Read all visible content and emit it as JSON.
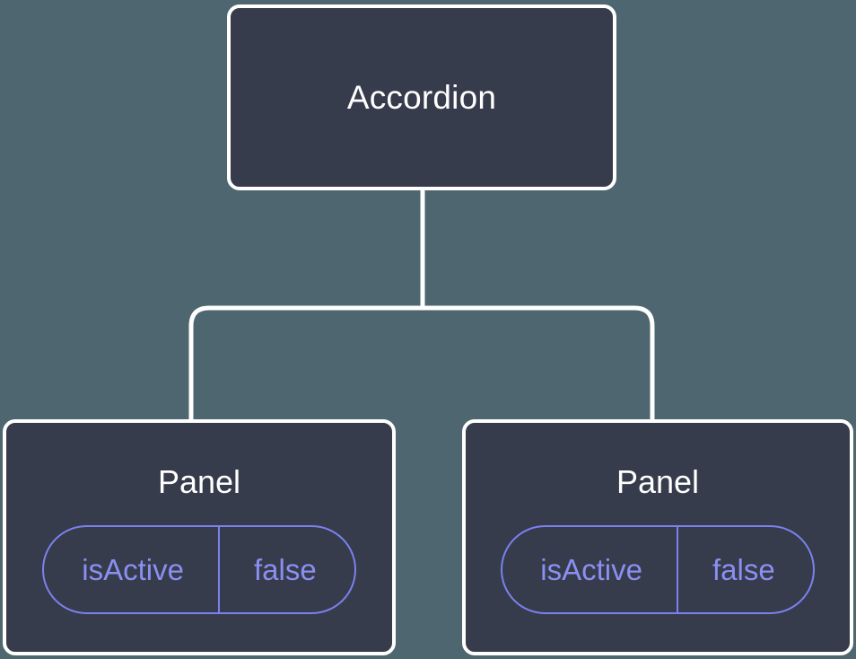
{
  "canvas": {
    "background_color": "#4d666f",
    "node_fill_color": "#363c4b",
    "node_border_color": "#ffffff",
    "connector_color": "#ffffff",
    "prop_accent_color": "#8a8ff2"
  },
  "tree": {
    "root": {
      "label": "Accordion"
    },
    "children": [
      {
        "label": "Panel",
        "props": [
          {
            "key": "isActive",
            "value": "false"
          }
        ]
      },
      {
        "label": "Panel",
        "props": [
          {
            "key": "isActive",
            "value": "false"
          }
        ]
      }
    ]
  }
}
